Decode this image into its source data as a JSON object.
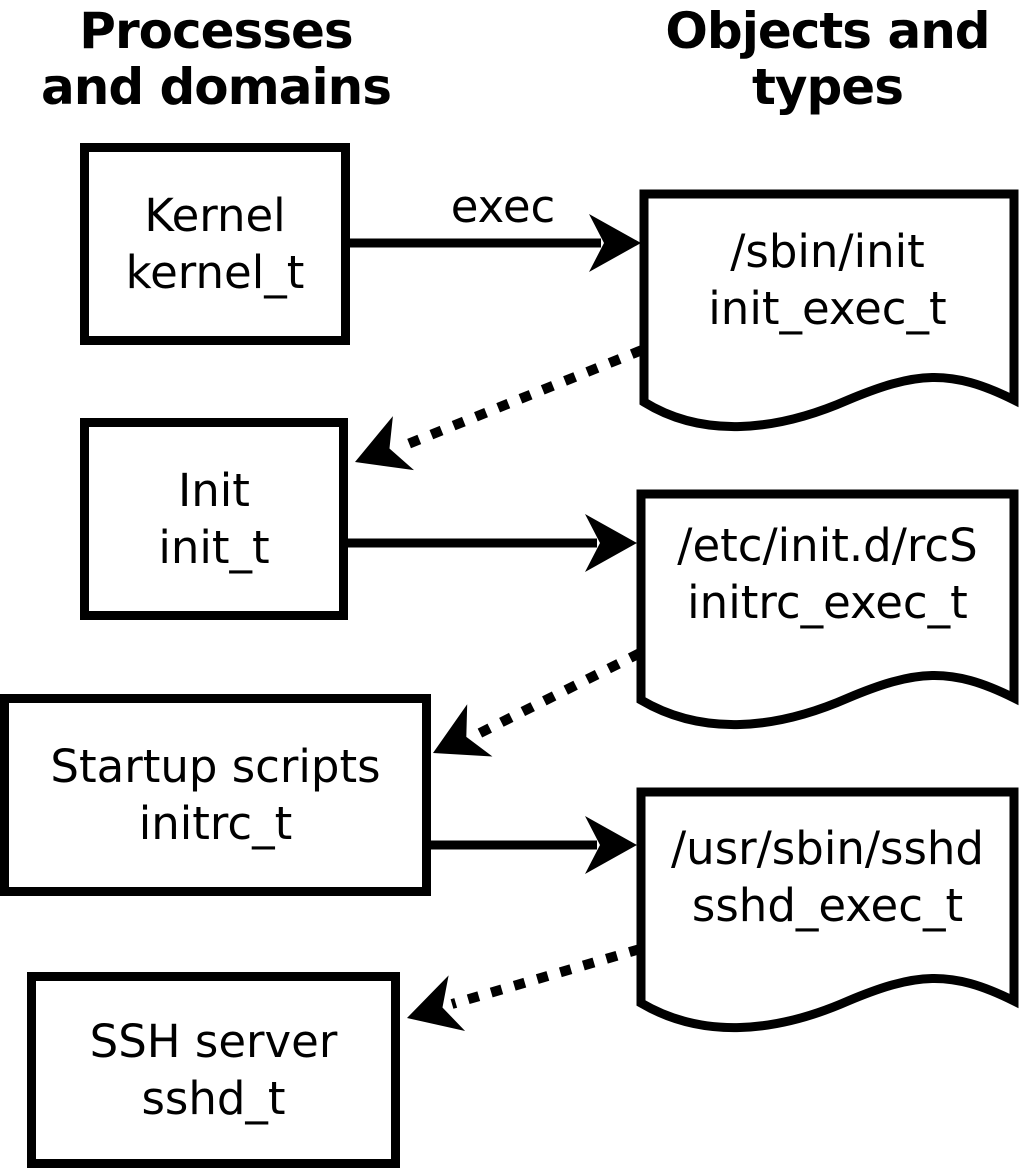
{
  "diagram": {
    "left_column_heading": {
      "line1": "Processes",
      "line2": "and domains"
    },
    "right_column_heading": {
      "line1": "Objects and",
      "line2": "types"
    },
    "arrow_label": "exec",
    "processes": [
      {
        "name": "Kernel",
        "domain": "kernel_t"
      },
      {
        "name": "Init",
        "domain": "init_t"
      },
      {
        "name": "Startup scripts",
        "domain": "initrc_t"
      },
      {
        "name": "SSH server",
        "domain": "sshd_t"
      }
    ],
    "objects": [
      {
        "path": "/sbin/init",
        "type": "init_exec_t"
      },
      {
        "path": "/etc/init.d/rcS",
        "type": "initrc_exec_t"
      },
      {
        "path": "/usr/sbin/sshd",
        "type": "sshd_exec_t"
      }
    ],
    "colors": {
      "ink": "#000000",
      "background": "#ffffff"
    }
  }
}
